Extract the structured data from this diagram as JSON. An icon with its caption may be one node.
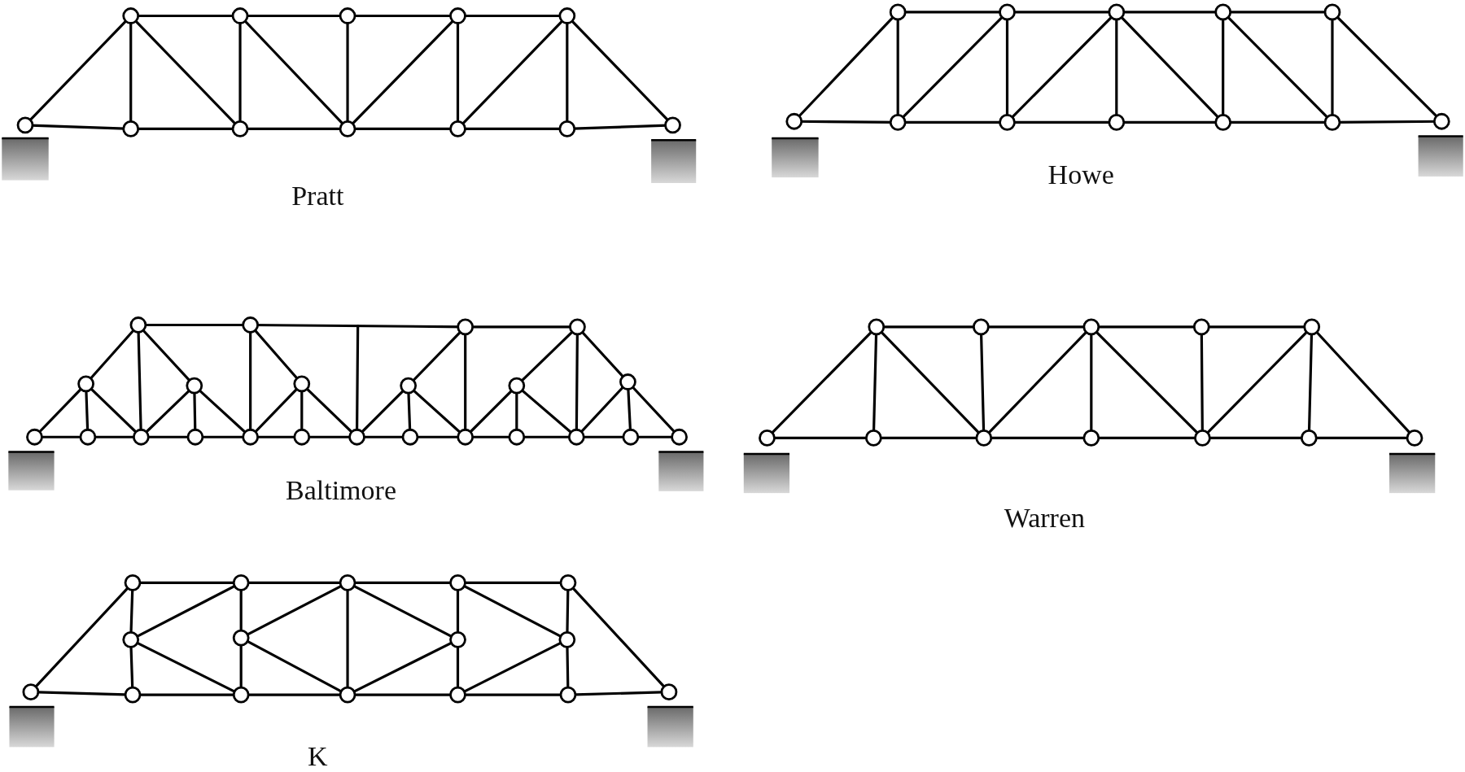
{
  "diagram": {
    "labels": [
      "Pratt",
      "Howe",
      "Baltimore",
      "Warren",
      "K"
    ]
  }
}
